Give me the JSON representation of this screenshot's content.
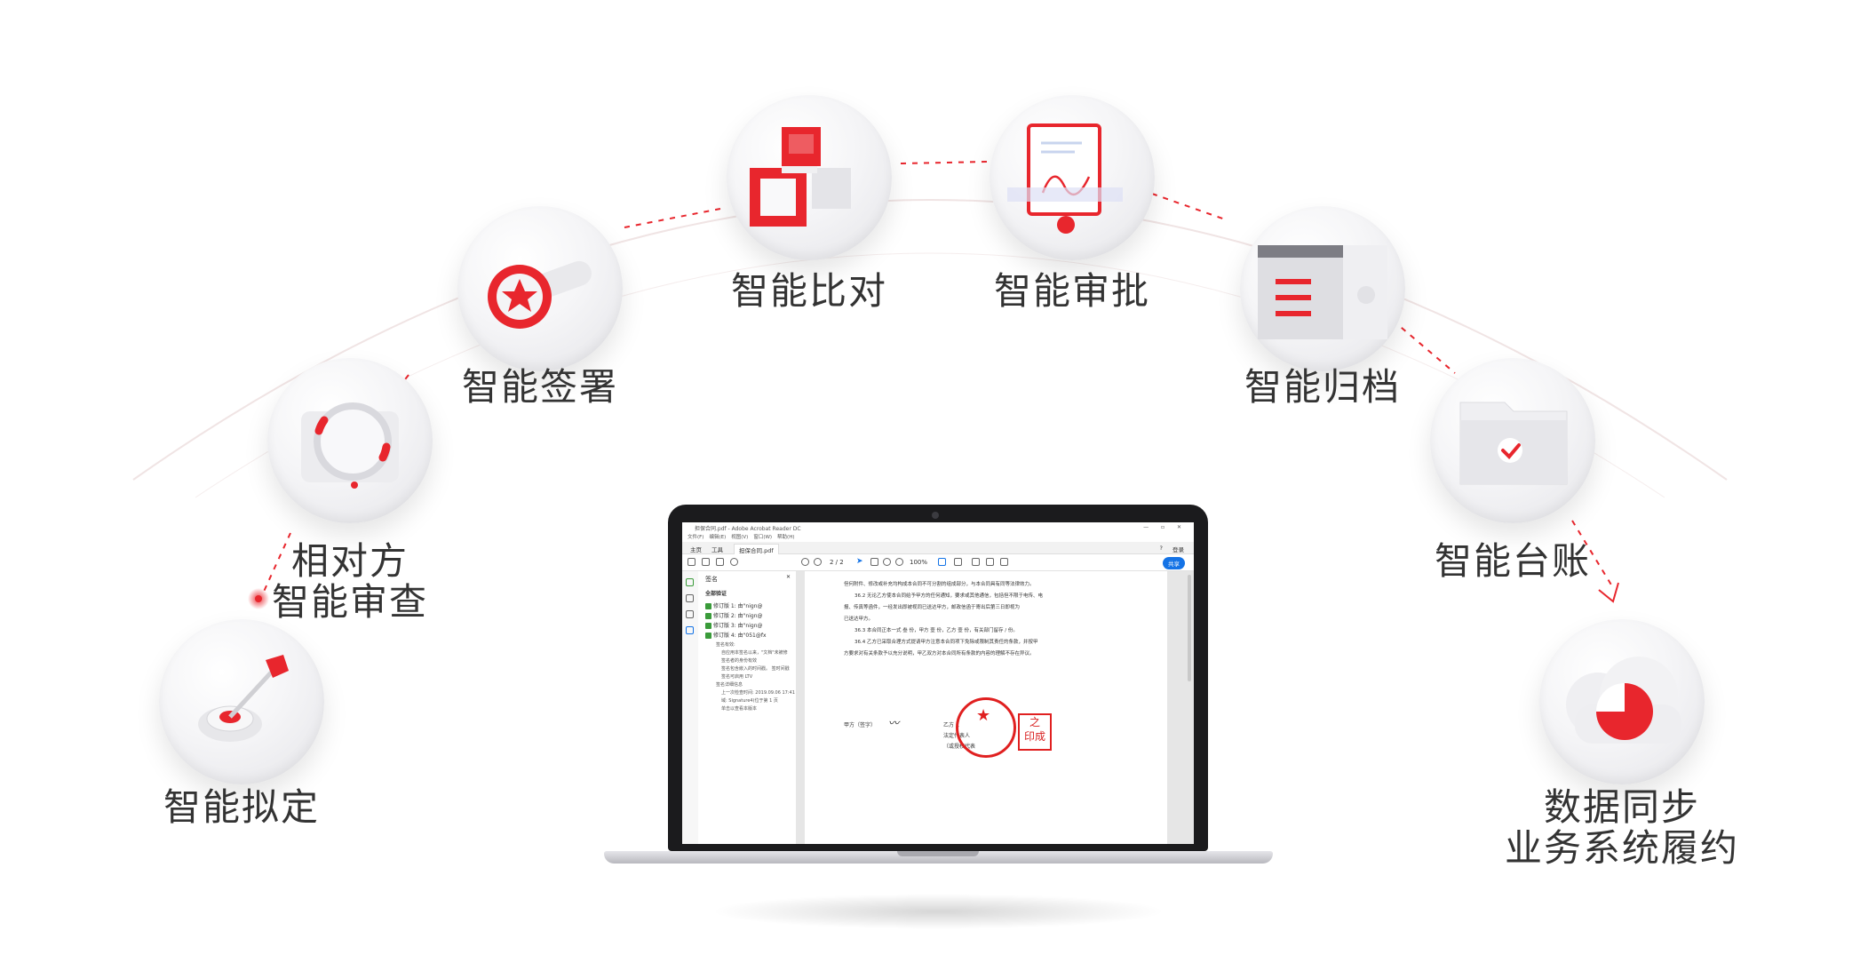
{
  "arc_color": "#e8262d",
  "nodes": [
    {
      "icon": "target-icon",
      "label": [
        "智能拟定"
      ]
    },
    {
      "icon": "magnifier-ring-icon",
      "label": [
        "相对方",
        "智能审查"
      ]
    },
    {
      "icon": "stamp-icon",
      "label": [
        "智能签署"
      ]
    },
    {
      "icon": "compare-cubes-icon",
      "label": [
        "智能比对"
      ]
    },
    {
      "icon": "approval-document-icon",
      "label": [
        "智能审批"
      ]
    },
    {
      "icon": "archive-box-icon",
      "label": [
        "智能归档"
      ]
    },
    {
      "icon": "folder-check-icon",
      "label": [
        "智能台账"
      ]
    },
    {
      "icon": "cloud-chart-icon",
      "label": [
        "数据同步",
        "业务系统履约"
      ]
    }
  ],
  "screen": {
    "window_title": "担保合同.pdf - Adobe Acrobat Reader DC",
    "menu": [
      "文件(F)",
      "编辑(E)",
      "视图(V)",
      "窗口(W)",
      "帮助(H)"
    ],
    "tabs": [
      "主页",
      "工具",
      "担保合同.pdf"
    ],
    "login": "登录",
    "share": "共享",
    "page_indicator": "2 / 2",
    "zoom": "100%",
    "panel_title": "签名",
    "all_verify": "全部验证",
    "revisions": [
      "修订版 1: 由\"nign@",
      "修订版 2: 由\"nign@",
      "修订版 3: 由\"nign@",
      "修订版 4: 由\"051@fx"
    ],
    "details": [
      "签名有效:",
      "自应用本签名以来，\"文档\"未被修",
      "签名者的身份有效",
      "签名包含嵌入的时间戳。 签时间戳",
      "签名可启用 LTV",
      "签名详细信息",
      "上一次检查时间: 2019.09.06 17:41",
      "域: Signature4(位于第 1 页",
      "单击以查看本版本"
    ],
    "doc_text": [
      "但何附件、修改或补充均构成本合同不可分割的组成部分，与本合同具有同等法律效力。",
      "36.2  无论乙方使本合同给予甲方的任何通知，要求或其他通信，包括但不限于电传、电",
      "报、传真等函件，一经发出即被视同已送达甲方，邮政信函于寄出后第三日即视为",
      "已送达甲方。",
      "36.3  本合同正本一式 叁 份，甲方 壹 份，乙方 壹 份，有关部门留存 / 份。",
      "36.4  乙方已采取合理方式提请甲方注意本合同项下免除或限制其责任的条款，并按甲",
      "方要求对有关条款予以充分说明，甲乙双方对本合同所有条款的内容的理解不存在异议。"
    ],
    "sign_a": "甲方（签字）",
    "sign_b": "乙方（",
    "legal_rep": "法定代表人",
    "agent": "（或授权代表",
    "seal_text": [
      "之",
      "印",
      "成"
    ]
  }
}
